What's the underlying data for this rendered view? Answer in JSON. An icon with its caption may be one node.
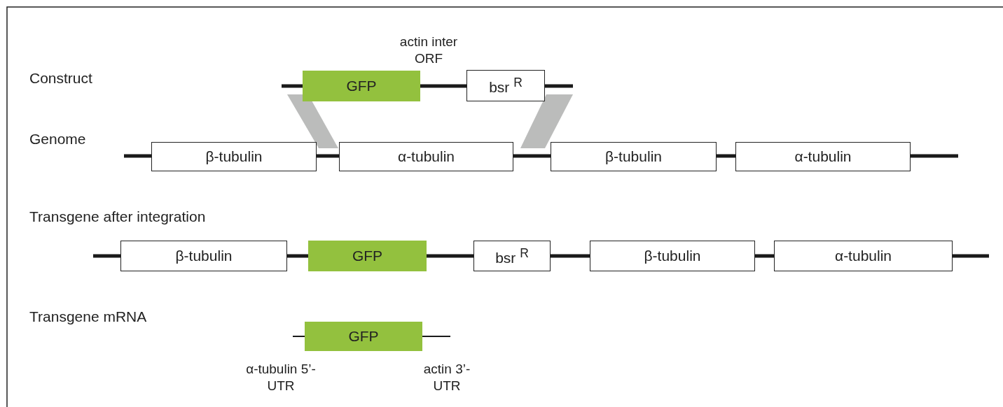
{
  "diagram": {
    "nodes": [
      {
        "text": [
          "GFP"
        ]
      },
      {
        "text": [
          "bsr $^{R}$"
        ]
      },
      {
        "text": [],
        "shape": "band"
      },
      {
        "text": [],
        "shape": "band"
      },
      {
        "text": [
          "β-tubulin"
        ]
      },
      {
        "text": [
          "α-tubulin"
        ]
      },
      {
        "text": [
          "β-tubulin"
        ]
      },
      {
        "text": [
          "α-tubulin"
        ]
      },
      {
        "text": [
          "β-tubulin"
        ]
      },
      {
        "text": [
          "GFP"
        ]
      },
      {
        "text": [
          "bsr $^{R}$"
        ]
      },
      {
        "text": [
          "β-tubulin"
        ]
      },
      {
        "text": [
          "α-tubulin"
        ]
      },
      {
        "text": [
          "GFP"
        ]
      }
    ],
    "labels": [
      "Construct",
      "actin inter ORF",
      "Genome",
      "Transgene after integration",
      "Transgene mRNA",
      "α-tubulin 5’-UTR",
      "actin 3’-UTR"
    ]
  }
}
